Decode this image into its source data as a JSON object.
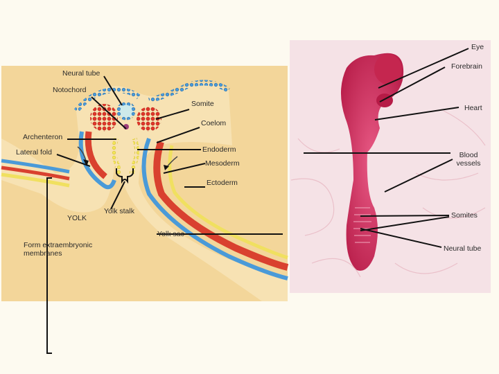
{
  "left_panel": {
    "labels": {
      "neural_tube": "Neural tube",
      "notochord": "Notochord",
      "somite": "Somite",
      "coelom": "Coelom",
      "archenteron": "Archenteron",
      "lateral_fold": "Lateral fold",
      "endoderm": "Endoderm",
      "mesoderm": "Mesoderm",
      "ectoderm": "Ectoderm",
      "yolk": "YOLK",
      "yolk_stalk": "Yolk stalk",
      "yolk_sac": "Yolk sac",
      "form_extraembryonic": "Form extraembryonic membranes"
    }
  },
  "right_panel": {
    "labels": {
      "eye": "Eye",
      "forebrain": "Forebrain",
      "heart": "Heart",
      "blood_vessels": "Blood vessels",
      "somites": "Somites",
      "neural_tube": "Neural tube"
    }
  },
  "colors": {
    "background": "#fdfaf0",
    "yolk": "#f3d69a",
    "ectoderm": "#3f8fd0",
    "mesoderm": "#d9412f",
    "endoderm": "#f0e060",
    "embryo": "#d4325f",
    "tissue": "#f4dde2"
  }
}
